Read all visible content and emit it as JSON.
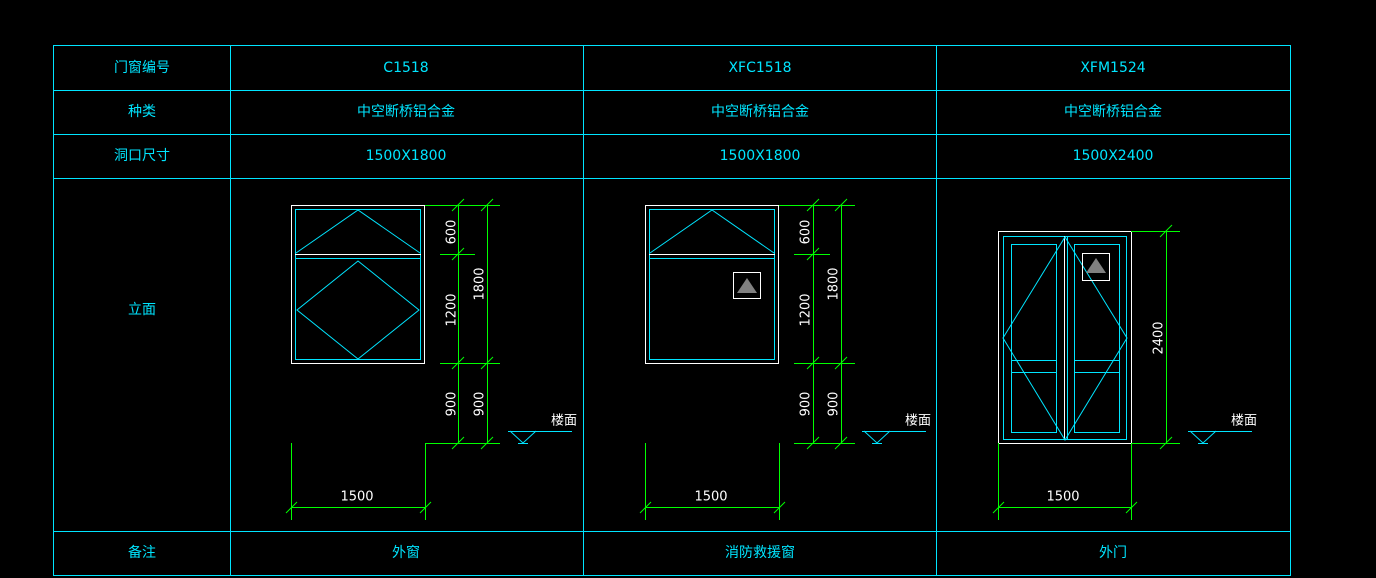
{
  "colors": {
    "background": "#000000",
    "table_lines": "#00e5ff",
    "text": "#00e5ff",
    "drawing": "#00e5ff",
    "dimension": "#00ff00",
    "white_elements": "#ffffff",
    "symbol_fill": "#808080"
  },
  "table": {
    "row_headers": [
      "门窗编号",
      "种类",
      "洞口尺寸",
      "立面",
      "备注"
    ],
    "columns": [
      {
        "code": "C1518",
        "type": "中空断桥铝合金",
        "size": "1500X1800",
        "remark": "外窗"
      },
      {
        "code": "XFC1518",
        "type": "中空断桥铝合金",
        "size": "1500X1800",
        "remark": "消防救援窗"
      },
      {
        "code": "XFM1524",
        "type": "中空断桥铝合金",
        "size": "1500X2400",
        "remark": "外门"
      }
    ]
  },
  "elevations": [
    {
      "item": "C1518",
      "width_dim": "1500",
      "dims_inner": [
        "600",
        "1200",
        "900"
      ],
      "dim_outer_top": "1800",
      "dim_outer_bottom": "900",
      "floor_label": "楼面"
    },
    {
      "item": "XFC1518",
      "width_dim": "1500",
      "dims_inner": [
        "600",
        "1200",
        "900"
      ],
      "dim_outer_top": "1800",
      "dim_outer_bottom": "900",
      "floor_label": "楼面",
      "symbol": "triangle"
    },
    {
      "item": "XFM1524",
      "width_dim": "1500",
      "height_dim": "2400",
      "floor_label": "楼面",
      "symbol": "triangle"
    }
  ]
}
